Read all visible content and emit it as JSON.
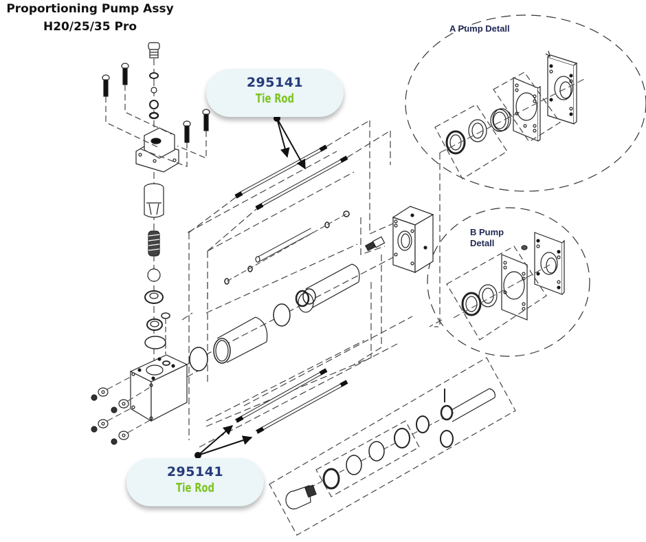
{
  "title": {
    "line1": "Proportioning Pump Assy",
    "line2": "H20/25/35 Pro"
  },
  "callouts": [
    {
      "part_number": "295141",
      "name": "Tie Rod"
    },
    {
      "part_number": "295141",
      "name": "Tie Rod"
    }
  ],
  "details": {
    "a_pump": "A Pump Detall",
    "b_pump_line1": "B Pump",
    "b_pump_line2": "Detall"
  },
  "colors": {
    "part_number": "#243a7a",
    "part_name": "#7cc421",
    "callout_bg": "#ecf5f7",
    "line": "#111111"
  },
  "icons": {
    "leader": "arrow-leader-icon"
  }
}
